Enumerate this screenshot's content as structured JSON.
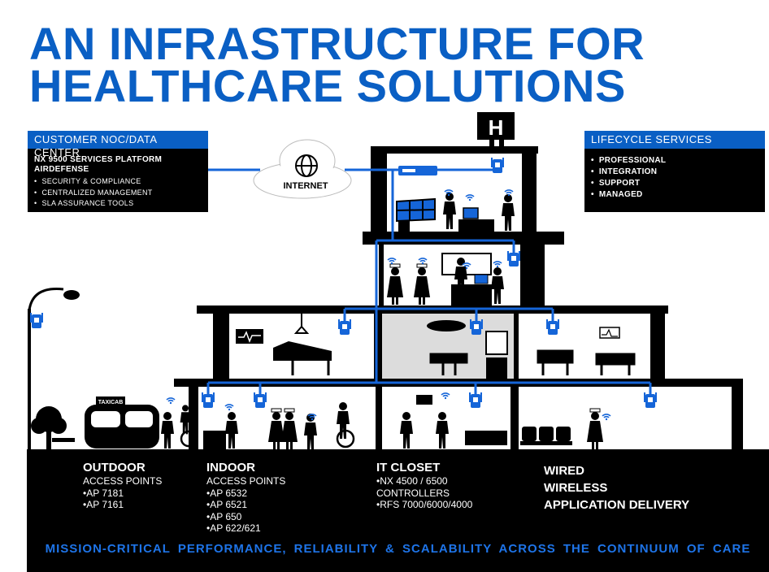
{
  "title": {
    "line1": "AN INFRASTRUCTURE FOR",
    "line2": "HEALTHCARE SOLUTIONS"
  },
  "noc": {
    "heading": "CUSTOMER NOC/DATA CENTER",
    "platform": "NX 9500 SERVICES PLATFORM AIRDEFENSE",
    "items": [
      "SECURITY & COMPLIANCE",
      "CENTRALIZED MANAGEMENT",
      "SLA ASSURANCE TOOLS"
    ]
  },
  "lifecycle": {
    "heading": "LIFECYCLE SERVICES",
    "items": [
      "PROFESSIONAL",
      "INTEGRATION",
      "SUPPORT",
      "MANAGED"
    ]
  },
  "internet_label": "INTERNET",
  "taxi_label": "TAXICAB",
  "hospital_sign": "H",
  "footer": {
    "outdoor": {
      "title": "OUTDOOR",
      "sub": "ACCESS POINTS",
      "items": [
        "AP 7181",
        "AP 7161"
      ]
    },
    "indoor": {
      "title": "INDOOR",
      "sub": "ACCESS POINTS",
      "items": [
        "AP 6532",
        "AP 6521",
        "AP 650",
        "AP 622/621"
      ]
    },
    "closet": {
      "title": "IT CLOSET",
      "items": [
        "NX 4500 / 6500",
        "CONTROLLERS",
        "RFS 7000/6000/4000"
      ]
    },
    "services": [
      "WIRED",
      "WIRELESS",
      "APPLICATION DELIVERY"
    ],
    "mission": "MISSION-CRITICAL PERFORMANCE, RELIABILITY & SCALABILITY ACROSS THE CONTINUUM OF CARE"
  },
  "colors": {
    "brand_blue": "#0a5fc4",
    "line_blue": "#1565d8",
    "mission_blue": "#1e74e8",
    "black": "#000000"
  },
  "icons": [
    "globe-icon",
    "cloud-icon",
    "access-point-icon",
    "wifi-icon",
    "street-lamp-icon",
    "tree-icon",
    "taxi-icon",
    "bench-icon",
    "wheelchair-icon",
    "bed-icon",
    "monitor-icon",
    "person-icon",
    "nurse-icon",
    "doctor-icon",
    "hospital-sign-icon"
  ]
}
